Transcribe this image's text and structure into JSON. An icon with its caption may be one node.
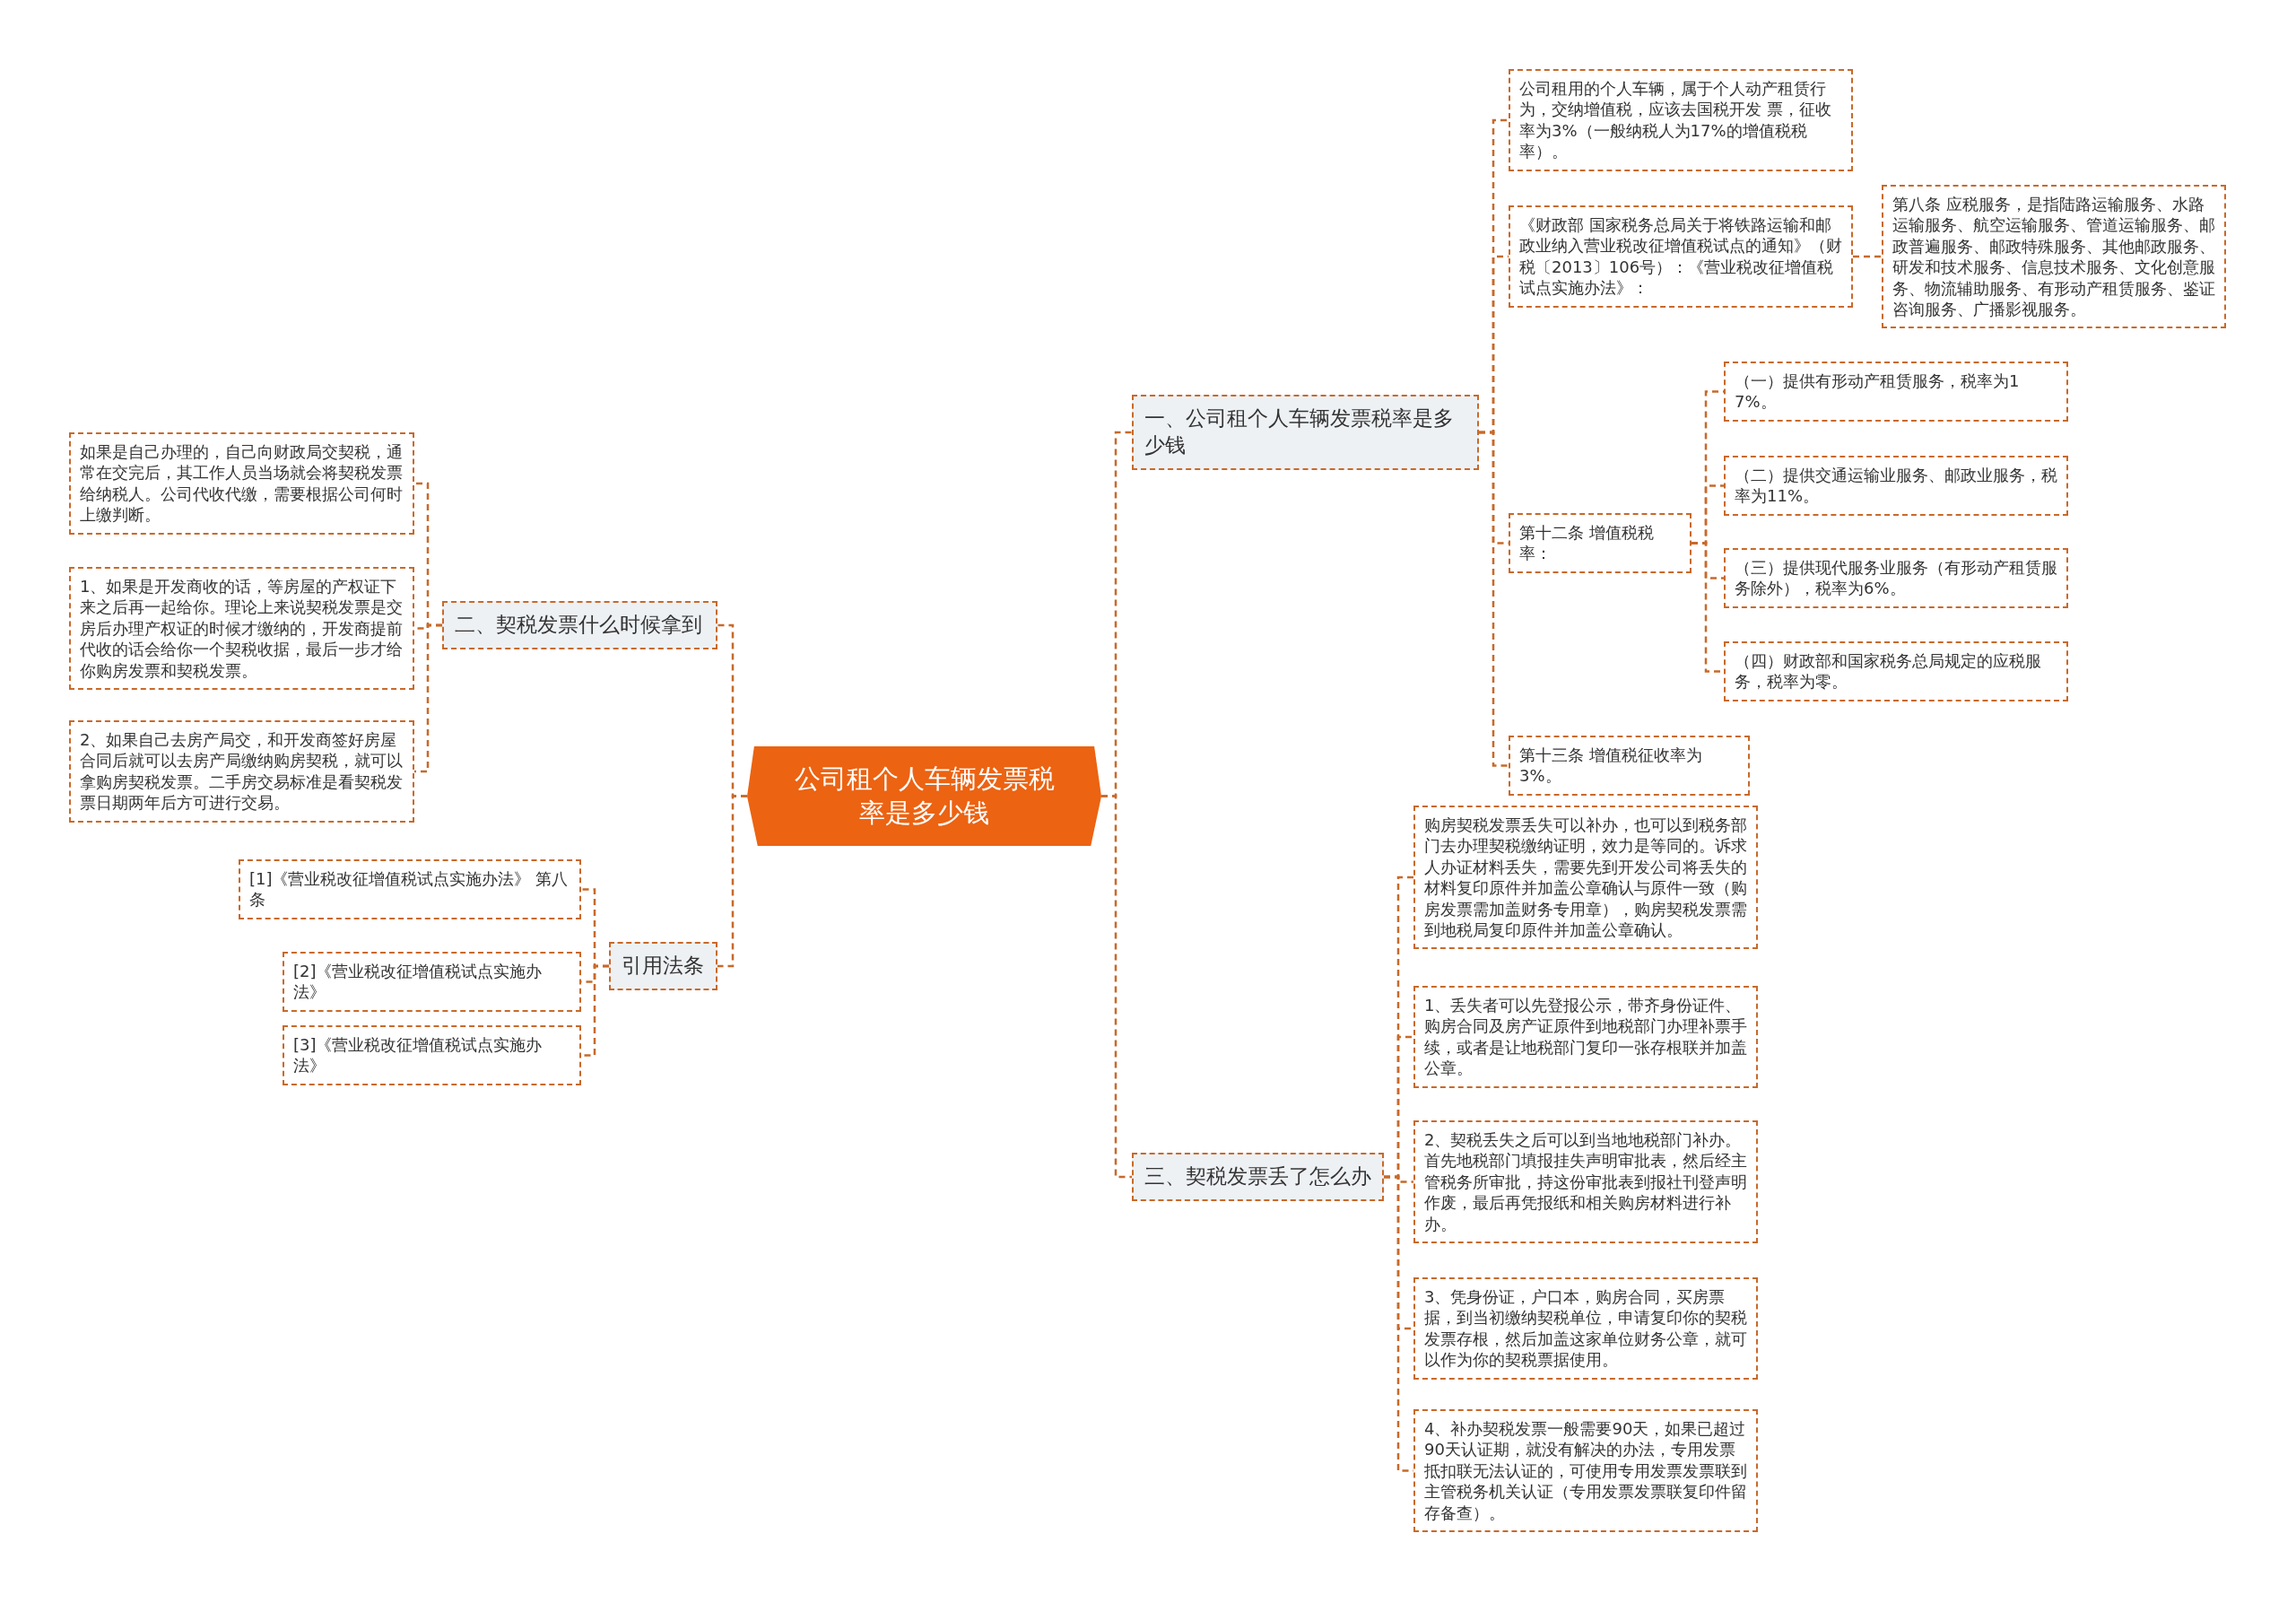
{
  "diagram": {
    "nodes": [
      {
        "text": [
          "公司租个人车辆发票税率是多少钱"
        ]
      },
      {
        "text": [
          "一、公司租个人车辆发票税率是多少钱"
        ]
      },
      {
        "text": [
          "公司租用的个人车辆，属于个人动产租赁行为，交纳增值税，应该去国税开发 票，征收率为3%（一般纳税人为17%的增值税税率）。"
        ]
      },
      {
        "text": [
          "《财政部 国家税务总局关于将铁路运输和邮政业纳入营业税改征增值税试点的通知》（财税〔2013〕106号）：《营业税改征增值税试点实施办法》："
        ]
      },
      {
        "text": [
          "第八条 应税服务，是指陆路运输服务、水路运输服务、航空运输服务、管道运输服务、邮政普遍服务、邮政特殊服务、其他邮政服务、研发和技术服务、信息技术服务、文化创意服务、物流辅助服务、有形动产租赁服务、鉴证咨询服务、广播影视服务。"
        ]
      },
      {
        "text": [
          "第十二条 增值税税率："
        ]
      },
      {
        "text": [
          "（一）提供有形动产租赁服务，税率为17%。"
        ]
      },
      {
        "text": [
          "（二）提供交通运输业服务、邮政业服务，税率为11%。"
        ]
      },
      {
        "text": [
          "（三）提供现代服务业服务（有形动产租赁服务除外），税率为6%。"
        ]
      },
      {
        "text": [
          "（四）财政部和国家税务总局规定的应税服务，税率为零。"
        ]
      },
      {
        "text": [
          "第十三条 增值税征收率为3%。"
        ]
      },
      {
        "text": [
          "三、契税发票丢了怎么办"
        ]
      },
      {
        "text": [
          "购房契税发票丢失可以补办，也可以到税务部门去办理契税缴纳证明，效力是等同的。诉求人办证材料丢失，需要先到开发公司将丢失的材料复印原件并加盖公章确认与原件一致（购房发票需加盖财务专用章），购房契税发票需到地税局复印原件并加盖公章确认。"
        ]
      },
      {
        "text": [
          "1、丢失者可以先登报公示，带齐身份证件、购房合同及房产证原件到地税部门办理补票手续，或者是让地税部门复印一张存根联并加盖公章。"
        ]
      },
      {
        "text": [
          "2、契税丢失之后可以到当地地税部门补办。首先地税部门填报挂失声明审批表，然后经主管税务所审批，持这份审批表到报社刊登声明作废，最后再凭报纸和相关购房材料进行补办。"
        ]
      },
      {
        "text": [
          "3、凭身份证，户口本，购房合同，买房票据，到当初缴纳契税单位，申请复印你的契税发票存根，然后加盖这家单位财务公章，就可以作为你的契税票据使用。"
        ]
      },
      {
        "text": [
          "4、补办契税发票一般需要90天，如果已超过90天认证期，就没有解决的办法，专用发票抵扣联无法认证的，可使用专用发票发票联到主管税务机关认证（专用发票发票联复印件留存备查）。"
        ]
      },
      {
        "text": [
          "二、契税发票什么时候拿到"
        ]
      },
      {
        "text": [
          "如果是自己办理的，自己向财政局交契税，通常在交完后，其工作人员当场就会将契税发票给纳税人。公司代收代缴，需要根据公司何时上缴判断。"
        ]
      },
      {
        "text": [
          "1、如果是开发商收的话，等房屋的产权证下来之后再一起给你。理论上来说契税发票是交房后办理产权证的时候才缴纳的，开发商提前代收的话会给你一个契税收据，最后一步才给你购房发票和契税发票。"
        ]
      },
      {
        "text": [
          "2、如果自己去房产局交，和开发商签好房屋合同后就可以去房产局缴纳购房契税，就可以拿购房契税发票。二手房交易标准是看契税发票日期两年后方可进行交易。"
        ]
      },
      {
        "text": [
          "引用法条"
        ]
      },
      {
        "text": [
          "[1]《营业税改征增值税试点实施办法》 第八条"
        ]
      },
      {
        "text": [
          "[2]《营业税改征增值税试点实施办法》"
        ]
      },
      {
        "text": [
          "[3]《营业税改征增值税试点实施办法》"
        ]
      }
    ],
    "edges": [
      {
        "from": 0,
        "to": 1,
        "arrow": "none"
      },
      {
        "from": 1,
        "to": 2,
        "arrow": "none"
      },
      {
        "from": 1,
        "to": 3,
        "arrow": "none"
      },
      {
        "from": 3,
        "to": 4,
        "arrow": "none"
      },
      {
        "from": 1,
        "to": 5,
        "arrow": "none"
      },
      {
        "from": 5,
        "to": 6,
        "arrow": "none"
      },
      {
        "from": 5,
        "to": 7,
        "arrow": "none"
      },
      {
        "from": 5,
        "to": 8,
        "arrow": "none"
      },
      {
        "from": 5,
        "to": 9,
        "arrow": "none"
      },
      {
        "from": 1,
        "to": 10,
        "arrow": "none"
      },
      {
        "from": 0,
        "to": 11,
        "arrow": "none"
      },
      {
        "from": 11,
        "to": 12,
        "arrow": "none"
      },
      {
        "from": 11,
        "to": 13,
        "arrow": "none"
      },
      {
        "from": 11,
        "to": 14,
        "arrow": "none"
      },
      {
        "from": 11,
        "to": 15,
        "arrow": "none"
      },
      {
        "from": 11,
        "to": 16,
        "arrow": "none"
      },
      {
        "from": 0,
        "to": 17,
        "arrow": "none"
      },
      {
        "from": 17,
        "to": 18,
        "arrow": "none"
      },
      {
        "from": 17,
        "to": 19,
        "arrow": "none"
      },
      {
        "from": 17,
        "to": 20,
        "arrow": "none"
      },
      {
        "from": 0,
        "to": 21,
        "arrow": "none"
      },
      {
        "from": 21,
        "to": 22,
        "arrow": "none"
      },
      {
        "from": 21,
        "to": 23,
        "arrow": "none"
      },
      {
        "from": 21,
        "to": 24,
        "arrow": "none"
      }
    ]
  }
}
